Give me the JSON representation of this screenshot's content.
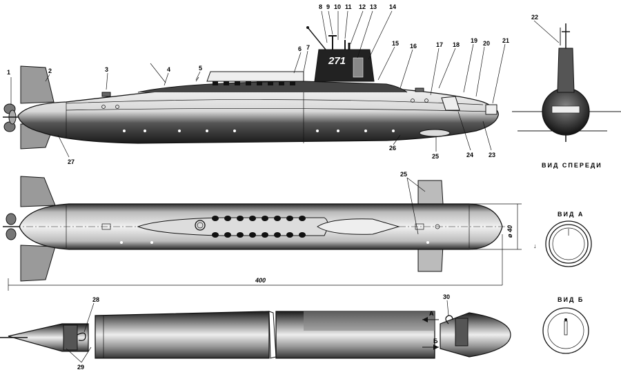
{
  "part_numbers": [
    "1",
    "2",
    "3",
    "4",
    "5",
    "6",
    "7",
    "8",
    "9",
    "10",
    "11",
    "12",
    "13",
    "14",
    "15",
    "16",
    "17",
    "18",
    "19",
    "20",
    "21",
    "22",
    "23",
    "24",
    "25",
    "26",
    "27",
    "28",
    "29",
    "30"
  ],
  "hull_number": "271",
  "front_view_caption": "ВИД СПЕРЕДИ",
  "view_a_caption": "ВИД А",
  "view_b_caption": "ВИД Б",
  "arrow_a": "А",
  "arrow_b": "Б",
  "length_dim": "400",
  "diameter_dim": "ø 40",
  "side_mark": "↓"
}
